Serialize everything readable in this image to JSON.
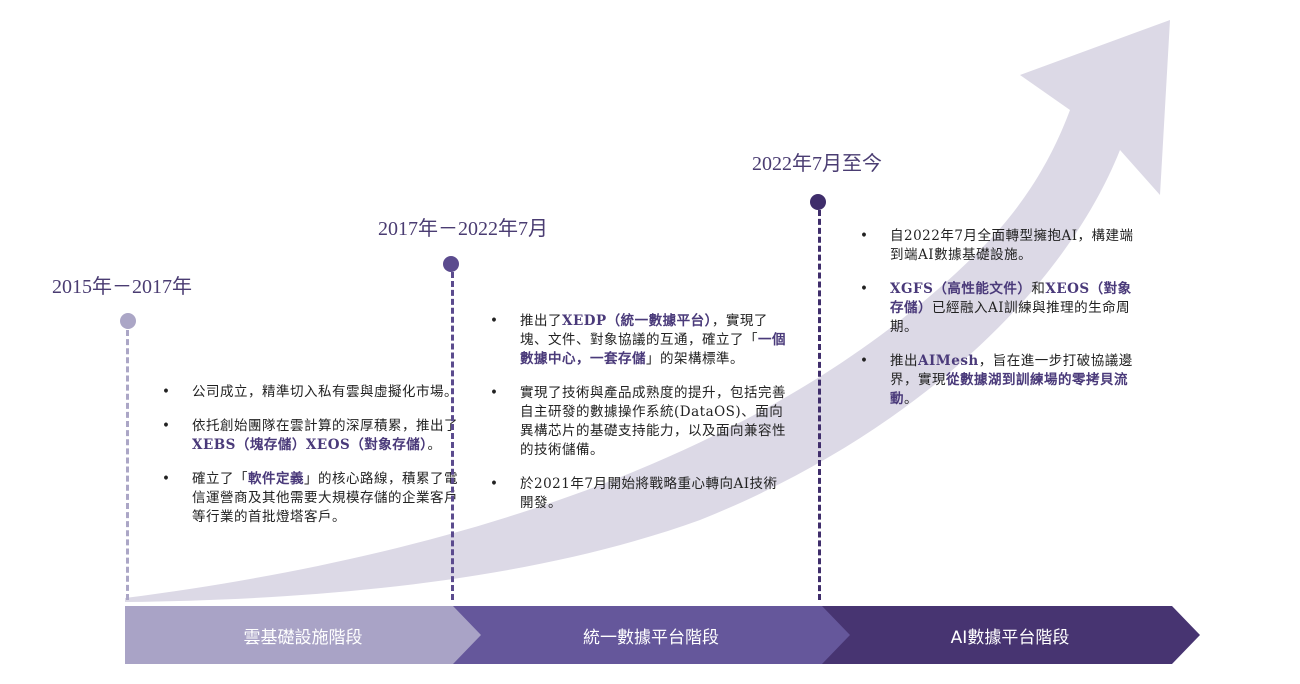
{
  "colors": {
    "stage1": "#a9a3c6",
    "stage2": "#65579b",
    "stage3": "#473471",
    "arrow": "#dcd9e6",
    "highlight": "#4a3a7a"
  },
  "phases": [
    {
      "year": "2015年－2017年",
      "stage": "雲基礎設施階段",
      "bullets": [
        [
          {
            "t": "公司成立，精準切入私有雲與虛擬化市場。"
          }
        ],
        [
          {
            "t": "依托創始團隊在雲計算的深厚積累，推出了"
          },
          {
            "t": "XEBS（塊存儲）XEOS（對象存儲）",
            "hl": true
          },
          {
            "t": "。"
          }
        ],
        [
          {
            "t": "確立了「"
          },
          {
            "t": "軟件定義",
            "hl": true
          },
          {
            "t": "」的核心路線，積累了電信運營商及其他需要大規模存儲的企業客戶等行業的首批燈塔客戶。"
          }
        ]
      ]
    },
    {
      "year": "2017年－2022年7月",
      "stage": "統一數據平台階段",
      "bullets": [
        [
          {
            "t": "推出了"
          },
          {
            "t": "XEDP（統一數據平台）",
            "hl": true
          },
          {
            "t": "，實現了塊、文件、對象協議的互通，確立了「"
          },
          {
            "t": "一個數據中心，一套存儲",
            "hl": true
          },
          {
            "t": "」的架構標準。"
          }
        ],
        [
          {
            "t": "實現了技術與產品成熟度的提升，包括完善自主研發的數據操作系統(DataOS)、面向異構芯片的基礎支持能力，以及面向兼容性的技術儲備。"
          }
        ],
        [
          {
            "t": "於2021年7月開始將戰略重心轉向AI技術開發。"
          }
        ]
      ]
    },
    {
      "year": "2022年7月至今",
      "stage": "AI數據平台階段",
      "bullets": [
        [
          {
            "t": "自2022年7月全面轉型擁抱AI，構建端到端AI數據基礎設施。"
          }
        ],
        [
          {
            "t": "XGFS（高性能文件）",
            "hl": true
          },
          {
            "t": "和"
          },
          {
            "t": "XEOS（對象存儲）",
            "hl": true
          },
          {
            "t": "已經融入AI訓練與推理的生命周期。"
          }
        ],
        [
          {
            "t": "推出"
          },
          {
            "t": "AIMesh",
            "hl": true
          },
          {
            "t": "，旨在進一步打破協議邊界，實現"
          },
          {
            "t": "從數據湖到訓練場的零拷貝流動",
            "hl": true
          },
          {
            "t": "。"
          }
        ]
      ]
    }
  ],
  "bullet_char": "•"
}
